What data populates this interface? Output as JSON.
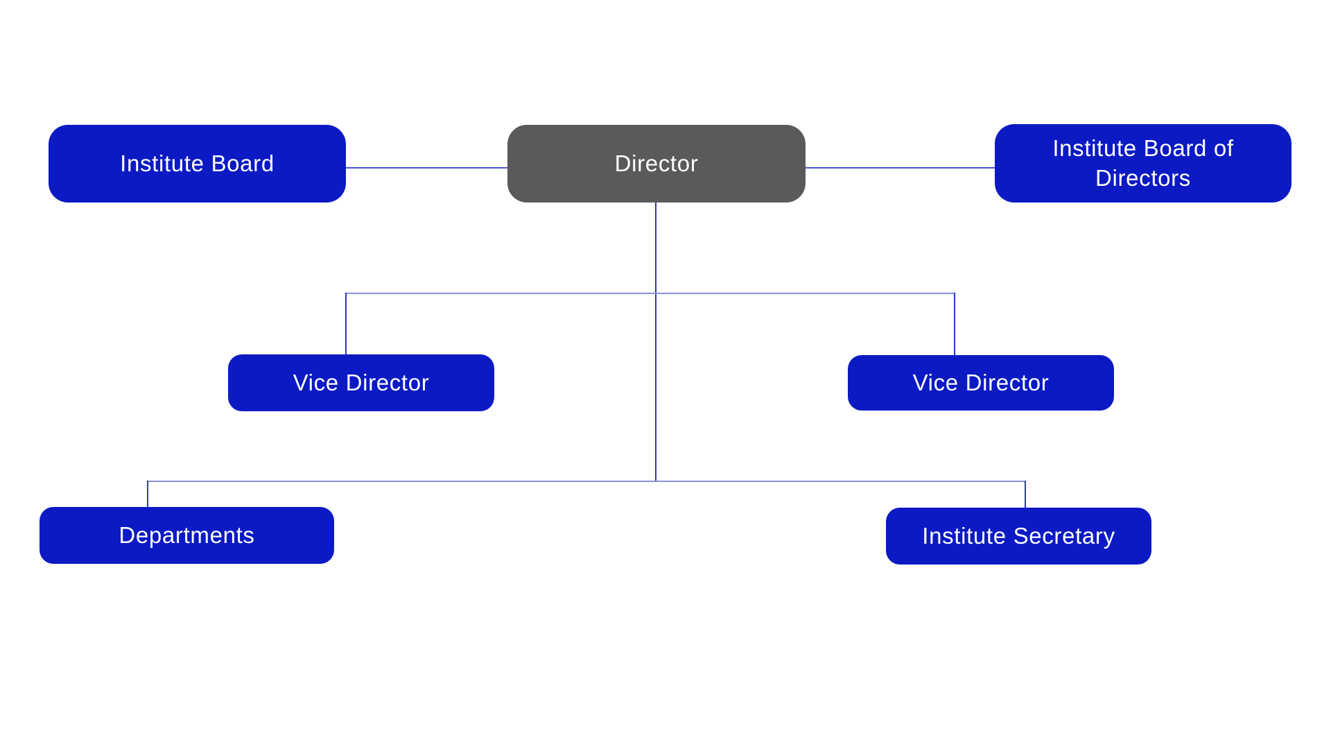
{
  "diagram": {
    "type": "org-chart",
    "background": "#ffffff"
  },
  "palette": {
    "node_primary_blue": "#0c1ac4",
    "node_root_gray": "#5a5a5a",
    "node_text": "#ffffff",
    "connector_dark": "#2c35c9",
    "connector_mid": "#4a54d3",
    "connector_light": "#8a90e0"
  },
  "nodes": {
    "institute_board": {
      "label": "Institute Board",
      "color": "#0c1ac4"
    },
    "director": {
      "label": "Director",
      "color": "#5a5a5a"
    },
    "institute_board_of_directors": {
      "label": "Institute Board of Directors",
      "color": "#0c1ac4"
    },
    "vice_director_left": {
      "label": "Vice Director",
      "color": "#0c1ac4"
    },
    "vice_director_right": {
      "label": "Vice Director",
      "color": "#0c1ac4"
    },
    "departments": {
      "label": "Departments",
      "color": "#0c1ac4"
    },
    "institute_secretary": {
      "label": "Institute Secretary",
      "color": "#0c1ac4"
    }
  },
  "edges": [
    {
      "from": "institute_board",
      "to": "director",
      "style": "lateral"
    },
    {
      "from": "director",
      "to": "institute_board_of_directors",
      "style": "lateral"
    },
    {
      "from": "director",
      "to": "vice_director_left",
      "style": "subordinate"
    },
    {
      "from": "director",
      "to": "vice_director_right",
      "style": "subordinate"
    },
    {
      "from": "director",
      "to": "departments",
      "style": "subordinate"
    },
    {
      "from": "director",
      "to": "institute_secretary",
      "style": "subordinate"
    }
  ]
}
